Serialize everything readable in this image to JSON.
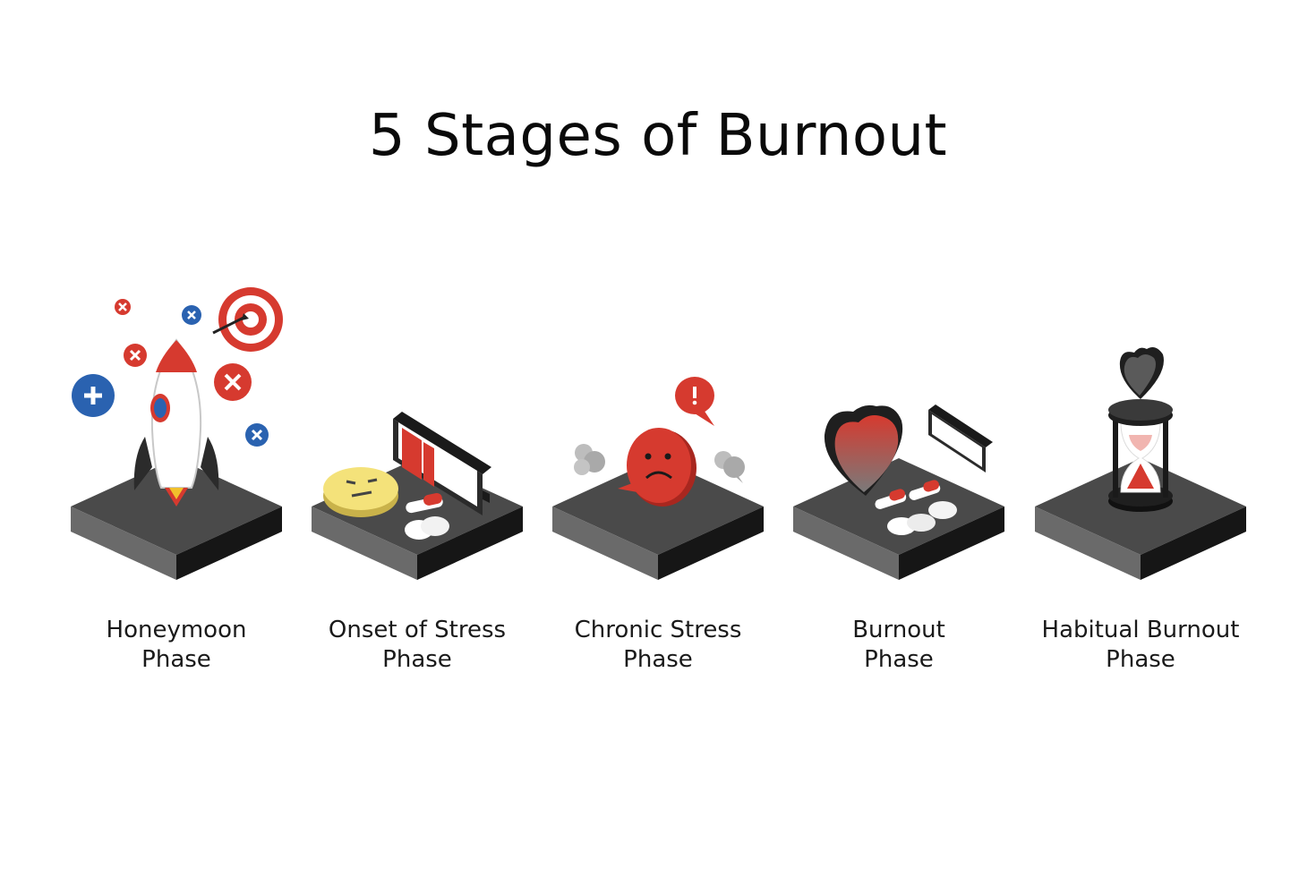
{
  "title": "5 Stages of Burnout",
  "colors": {
    "platform_top": "#4a4a4a",
    "platform_left": "#6a6a6a",
    "platform_right": "#161616",
    "accent_red": "#d63a2f",
    "accent_blue": "#2a62b0",
    "emoji_yellow": "#f4e27a"
  },
  "stages": [
    {
      "line1": "Honeymoon",
      "line2": "Phase",
      "icon": "rocket-icon"
    },
    {
      "line1": "Onset of Stress",
      "line2": "Phase",
      "icon": "low-battery-icon"
    },
    {
      "line1": "Chronic Stress",
      "line2": "Phase",
      "icon": "sad-face-icon"
    },
    {
      "line1": "Burnout",
      "line2": "Phase",
      "icon": "fading-heart-icon"
    },
    {
      "line1": "Habitual Burnout",
      "line2": "Phase",
      "icon": "hourglass-icon"
    }
  ]
}
